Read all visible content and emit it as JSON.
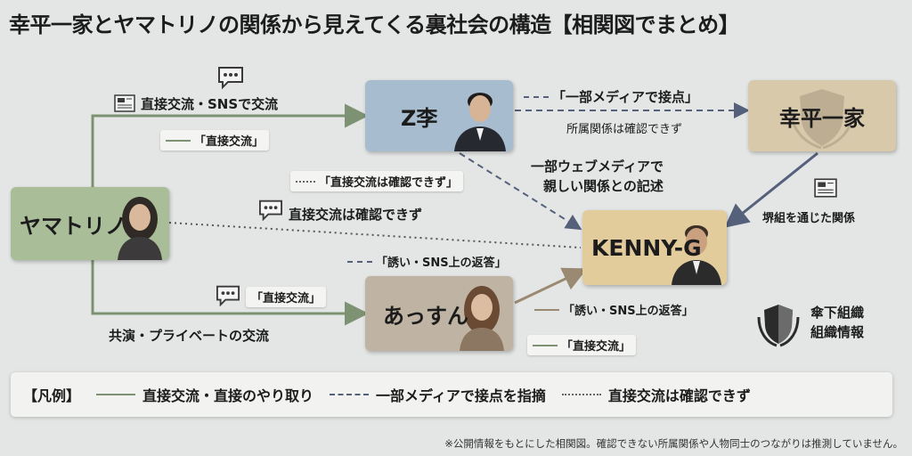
{
  "title": "幸平一家とヤマトリノの関係から見えてくる裏社会の構造【相関図でまとめ】",
  "nodes": {
    "yamatorino": "ヤマトリノ",
    "zli": "Z李",
    "kohei": "幸平一家",
    "kenny": "KENNY-G",
    "atsun": "あっすん"
  },
  "edges": {
    "yamato_zli_main": "直接交流・SNSで交流",
    "yamato_zli_tag": "「直接交流」",
    "zli_kohei_tag": "「一部メディアで接点」",
    "zli_kohei_sub": "所属関係は確認できず",
    "zli_kenny_tag": "「直接交流は確認できず」",
    "zli_kenny_note_1": "一部ウェブメディアで",
    "zli_kenny_note_2": "親しい関係との記述",
    "kohei_kenny": "堺組を通じた関係",
    "yamato_kenny": "直接交流は確認できず",
    "invite_left": "「誘い・SNS上の返答」",
    "atsun_tag": "「直接交流」",
    "yamato_atsun": "共演・プライベートの交流",
    "atsun_kenny_tag": "「誘い・SNS上の返答」",
    "atsun_direct_tag": "「直接交流」"
  },
  "org_badge": {
    "line1": "傘下組織",
    "line2": "組織情報"
  },
  "legend": {
    "title": "【凡例】",
    "solid": "直接交流・直接のやり取り",
    "dashed": "一部メディアで接点を指摘",
    "dotted": "直接交流は確認できず"
  },
  "footnote": "※公開情報をもとにした相関図。確認できない所属関係や人物同士のつながりは推測していません。",
  "colors": {
    "solid_line": "#7d9272",
    "dashed_line": "#55607a",
    "node_yamato": "#a9bd98",
    "node_zli": "#a8bccf",
    "node_kohei": "#d9c9ab",
    "node_kenny": "#e3cc9c",
    "node_atsun": "#bfb4a3"
  },
  "icons": [
    "speech-bubble-icon",
    "newspaper-icon",
    "laurel-shield-icon"
  ]
}
